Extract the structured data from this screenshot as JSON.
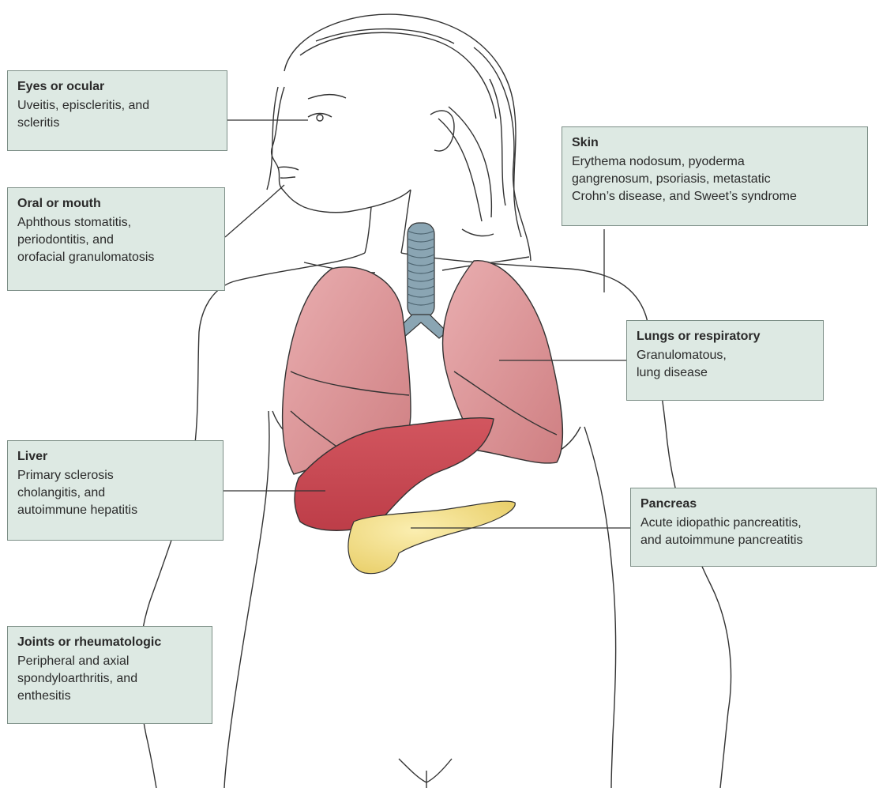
{
  "figure": {
    "callouts": {
      "eyes": {
        "title": "Eyes or ocular",
        "lines": [
          "Uveitis, episcleritis, and",
          "scleritis"
        ]
      },
      "oral": {
        "title": "Oral or mouth",
        "lines": [
          "Aphthous stomatitis,",
          "periodontitis, and",
          "orofacial granulomatosis"
        ]
      },
      "skin": {
        "title": "Skin",
        "lines": [
          "Erythema nodosum, pyoderma",
          "gangrenosum, psoriasis, metastatic",
          "Crohn’s disease, and Sweet’s syndrome"
        ]
      },
      "lungs": {
        "title": "Lungs or respiratory",
        "lines": [
          "Granulomatous,",
          "lung disease"
        ]
      },
      "liver": {
        "title": "Liver",
        "lines": [
          "Primary sclerosis",
          "cholangitis, and",
          "autoimmune hepatitis"
        ]
      },
      "pancreas": {
        "title": "Pancreas",
        "lines": [
          "Acute idiopathic pancreatitis,",
          "and autoimmune pancreatitis"
        ]
      },
      "joints": {
        "title": "Joints or rheumatologic",
        "lines": [
          "Peripheral and axial",
          "spondyloarthritis, and",
          "enthesitis"
        ]
      }
    },
    "colors": {
      "callout_fill": "#dde9e3",
      "callout_border": "#7d8f87",
      "lung": "#d98d8f",
      "liver": "#c9454f",
      "pancreas": "#f2de85",
      "trachea": "#8aa5b3",
      "outline": "#333333"
    },
    "icons": [
      "human-figure-illustration",
      "lungs-illustration",
      "liver-illustration",
      "pancreas-illustration",
      "trachea-illustration"
    ]
  }
}
